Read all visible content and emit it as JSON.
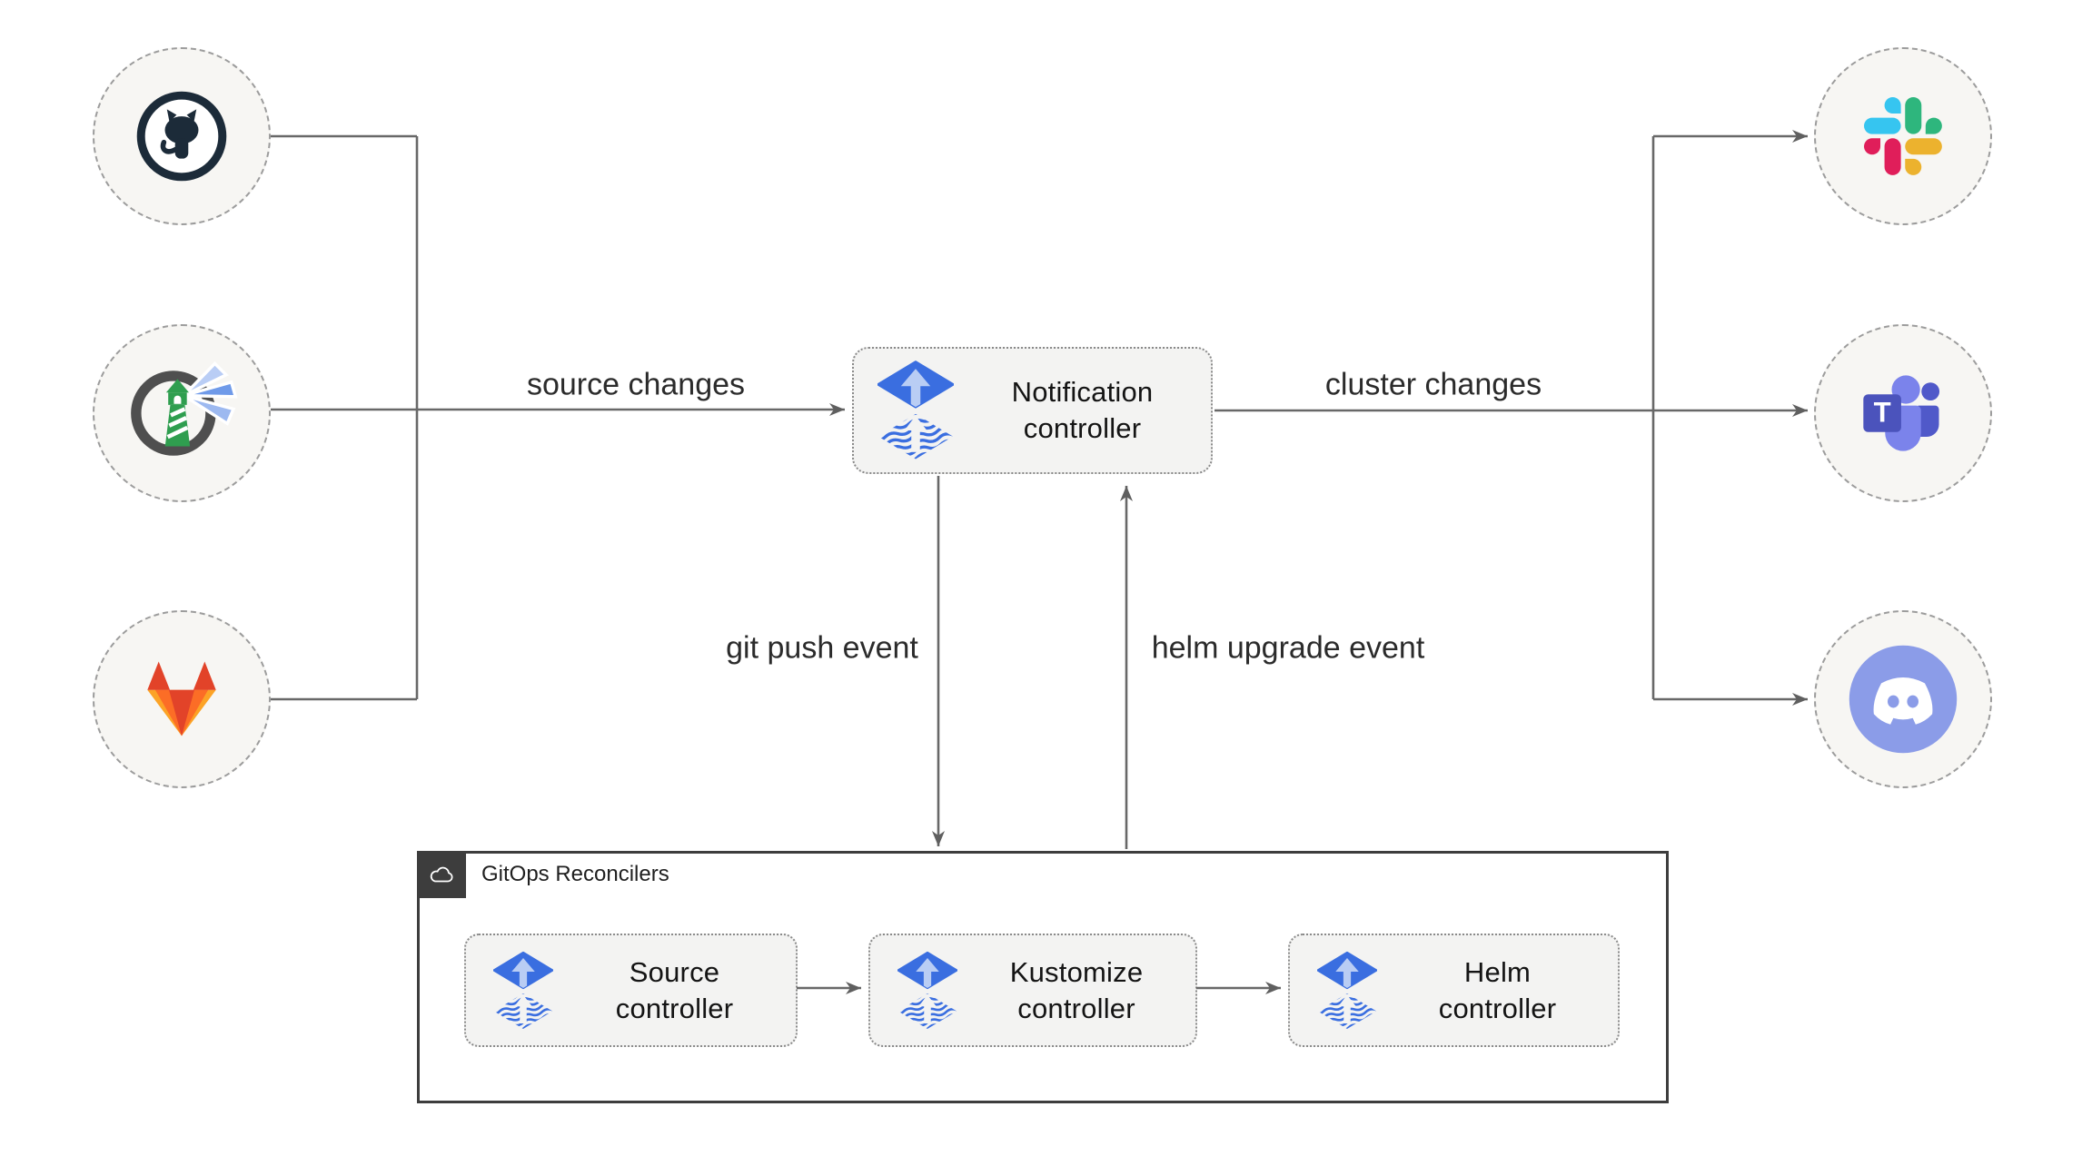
{
  "edges": {
    "source_changes": "source changes",
    "cluster_changes": "cluster changes",
    "git_push_event": "git push event",
    "helm_upgrade_event": "helm upgrade event"
  },
  "nodes": {
    "notification_controller": {
      "line1": "Notification",
      "line2": "controller"
    },
    "source_controller": {
      "line1": "Source",
      "line2": "controller"
    },
    "kustomize_controller": {
      "line1": "Kustomize",
      "line2": "controller"
    },
    "helm_controller": {
      "line1": "Helm",
      "line2": "controller"
    },
    "gitops_reconcilers": {
      "title": "GitOps Reconcilers"
    }
  },
  "sources": [
    {
      "name": "GitHub",
      "icon": "github-icon"
    },
    {
      "name": "Harbor",
      "icon": "harbor-lighthouse-icon"
    },
    {
      "name": "GitLab",
      "icon": "gitlab-icon"
    }
  ],
  "targets": [
    {
      "name": "Slack",
      "icon": "slack-icon"
    },
    {
      "name": "Microsoft Teams",
      "icon": "teams-icon",
      "badge_letter": "T"
    },
    {
      "name": "Discord",
      "icon": "discord-icon"
    }
  ],
  "colors": {
    "flux_blue": "#3a6ee0",
    "flux_arrow_light": "#b9cdf4",
    "connector_gray": "#686868",
    "box_fill": "#f3f3f2",
    "circle_fill": "#f7f6f3",
    "container_border": "#3d3d3d",
    "github_dark": "#1c2b39",
    "harbor_green": "#2f9e4f",
    "gitlab_red": "#e24329",
    "gitlab_orange": "#fc6d26",
    "gitlab_yellow": "#fca326",
    "slack_blue": "#36c5f0",
    "slack_green": "#2eb67d",
    "slack_yellow": "#ecb22e",
    "slack_pink": "#e01e5a",
    "teams_light_purple": "#7b83eb",
    "teams_dark_purple": "#5059c9",
    "teams_front_purple": "#4b53bc",
    "discord_blurple": "#8b9ce8"
  }
}
